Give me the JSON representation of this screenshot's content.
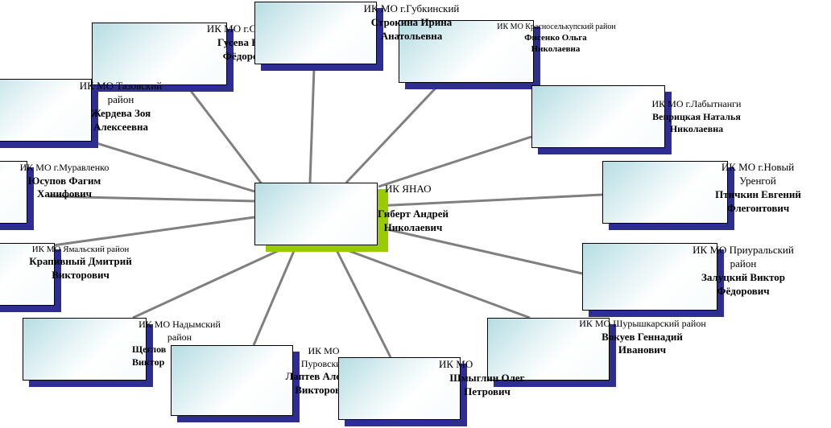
{
  "diagram": {
    "center": {
      "org": "ИК ЯНАО",
      "person": "Гиберт Андрей Николаевич"
    },
    "nodes": [
      {
        "id": "salekhard",
        "org": "ИК МО г.Салехард",
        "person": "Гусева Елена Фёдоровна"
      },
      {
        "id": "gubkinsky",
        "org": "ИК МО г.Губкинский",
        "person": "Строкина Ирина Анатольевна"
      },
      {
        "id": "krasnoselkup",
        "org": "ИК МО Красноселькупский район",
        "person": "Фисенко Ольга Николаевна"
      },
      {
        "id": "labytnangi",
        "org": "ИК МО г.Лабытнанги",
        "person": "Веприцкая Наталья Николаевна"
      },
      {
        "id": "novy-urengoy",
        "org": "ИК МО г.Новый Уренгой",
        "person": "Птичкин Евгений Флегонтович"
      },
      {
        "id": "priuralsky",
        "org": "ИК МО Приуральский район",
        "person": "Залуцкий Виктор Фёдорович"
      },
      {
        "id": "shuryshkarsky",
        "org": "ИК МО Шурышкарский район",
        "person": "Вокуев Геннадий Иванович"
      },
      {
        "id": "bottom",
        "org": "ИК МО",
        "person": "Шмыглин Олег Петрович"
      },
      {
        "id": "purovsky",
        "org": "ИК МО Пуровский",
        "person": "Лаптев Алексей Викторович"
      },
      {
        "id": "nadymsky",
        "org": "ИК МО Надымский район",
        "person": "Щеглов Виктор"
      },
      {
        "id": "yamalsky",
        "org": "ИК МО Ямальский район",
        "person": "Крапивный Дмитрий Викторович"
      },
      {
        "id": "muravlenko",
        "org": "ИК МО г.Муравленко",
        "person": "Юсупов Фагим Ханифович"
      },
      {
        "id": "tazovsky",
        "org": "ИК МО Тазовский район",
        "person": "Жердева Зоя Алексеевна"
      }
    ]
  },
  "colors": {
    "shadow": "#2e2e92",
    "center_shadow": "#99cc00",
    "connector": "#808080"
  }
}
